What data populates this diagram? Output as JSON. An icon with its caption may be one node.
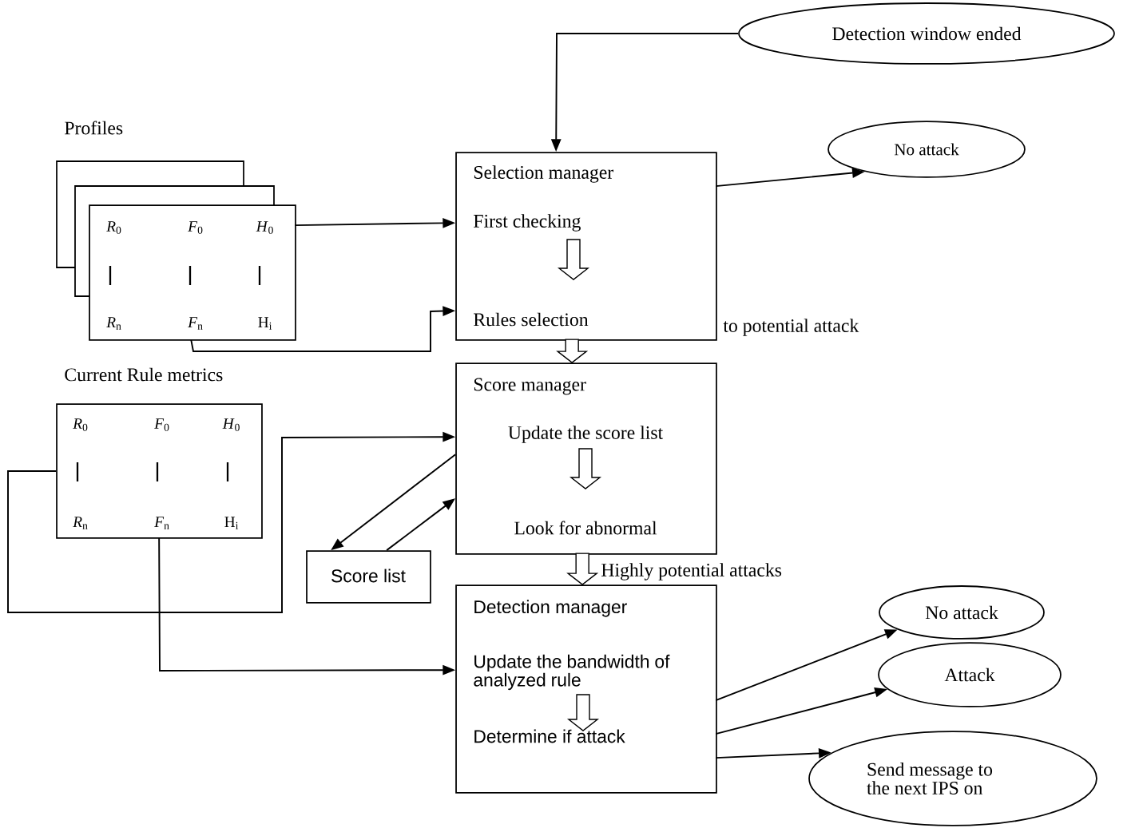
{
  "diagram": {
    "nodes": [
      {
        "text": [
          "Detection window ended"
        ]
      },
      {
        "text": [
          "Selection manager",
          "First checking",
          "Rules selection"
        ]
      },
      {
        "text": [
          "No attack"
        ]
      },
      {
        "text": [
          "Profiles",
          "*R*$_{0}$",
          "*F*$_{0}$",
          "*H*$_{0}$",
          "*R*$_{n}$",
          "*F*$_{n}$",
          "H$_{i}$"
        ]
      },
      {
        "text": [
          "Score manager",
          "Update the score list",
          "Look for abnormal"
        ]
      },
      {
        "text": [
          "Current Rule metrics",
          "*R*$_{0}$",
          "*F*$_{0}$",
          "*H*$_{0}$",
          "*R*$_{n}$",
          "*F*$_{n}$",
          "H$_{i}$"
        ]
      },
      {
        "text": [
          "Score list"
        ]
      },
      {
        "text": [
          "Detection manager",
          "Update the bandwidth of analyzed rule",
          "Determine if attack"
        ]
      },
      {
        "text": [
          "No attack"
        ]
      },
      {
        "text": [
          "Attack"
        ]
      },
      {
        "text": [
          "Send message to the next IPS on"
        ]
      }
    ],
    "edges": [
      {
        "from": 0,
        "to": 1,
        "arrow": "to"
      },
      {
        "from": 1,
        "to": 2,
        "arrow": "to"
      },
      {
        "from": 3,
        "to": 1,
        "arrow": "to"
      },
      {
        "from": 3,
        "to": 1,
        "arrow": "to"
      },
      {
        "from": 1,
        "to": 4,
        "arrow": "to",
        "style": "thick"
      },
      {
        "from": 5,
        "to": 4,
        "arrow": "to"
      },
      {
        "from": 5,
        "to": 7,
        "arrow": "to"
      },
      {
        "from": 4,
        "to": 6,
        "arrow": "to"
      },
      {
        "from": 6,
        "to": 4,
        "arrow": "to"
      },
      {
        "from": 4,
        "to": 7,
        "arrow": "to",
        "style": "thick"
      },
      {
        "from": 7,
        "to": 8,
        "arrow": "to"
      },
      {
        "from": 7,
        "to": 9,
        "arrow": "to"
      },
      {
        "from": 7,
        "to": 10,
        "arrow": "to"
      }
    ],
    "labels": [
      "to potential attack",
      "Highly potential attacks"
    ]
  }
}
